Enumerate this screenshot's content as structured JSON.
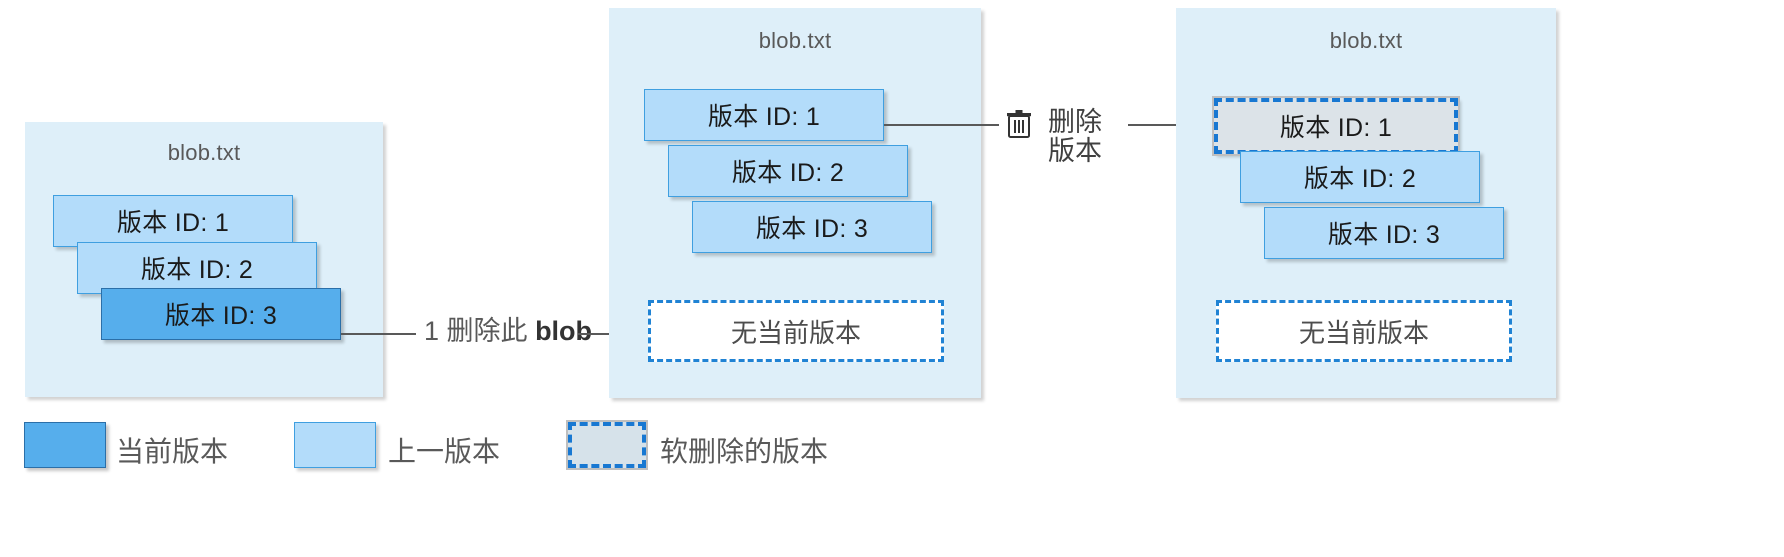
{
  "diagram": {
    "title": "Blob versioning soft delete flow",
    "colors": {
      "panel_bg": "#DEEFF9",
      "previous_version": "#B3DCFA",
      "current_version": "#56AEEC",
      "soft_deleted": "#DCE3E8",
      "dashed_border": "#1878D2",
      "text": "#595959"
    }
  },
  "panels": [
    {
      "id": "panel-left",
      "blob_name": "blob.txt",
      "versions": [
        {
          "label": "版本 ID: 1",
          "state": "previous"
        },
        {
          "label": "版本 ID: 2",
          "state": "previous"
        },
        {
          "label": "版本 ID: 3",
          "state": "current"
        }
      ],
      "empty_box": null
    },
    {
      "id": "panel-middle",
      "blob_name": "blob.txt",
      "versions": [
        {
          "label": "版本 ID: 1",
          "state": "previous"
        },
        {
          "label": "版本 ID: 2",
          "state": "previous"
        },
        {
          "label": "版本 ID: 3",
          "state": "previous"
        }
      ],
      "empty_box": "无当前版本"
    },
    {
      "id": "panel-right",
      "blob_name": "blob.txt",
      "versions": [
        {
          "label": "版本 ID: 1",
          "state": "soft-deleted"
        },
        {
          "label": "版本 ID: 2",
          "state": "previous"
        },
        {
          "label": "版本 ID: 3",
          "state": "previous"
        }
      ],
      "empty_box": "无当前版本"
    }
  ],
  "steps": [
    {
      "id": "step-1",
      "number": "1",
      "text": "删除此",
      "emphasis": "blob"
    },
    {
      "id": "step-2",
      "icon": "trash-icon",
      "line1": "删除",
      "line2": "版本"
    }
  ],
  "legend": {
    "items": [
      {
        "swatch": "current",
        "label": "当前版本"
      },
      {
        "swatch": "previous",
        "label": "上一版本"
      },
      {
        "swatch": "soft-deleted",
        "label": "软删除的版本"
      }
    ]
  }
}
